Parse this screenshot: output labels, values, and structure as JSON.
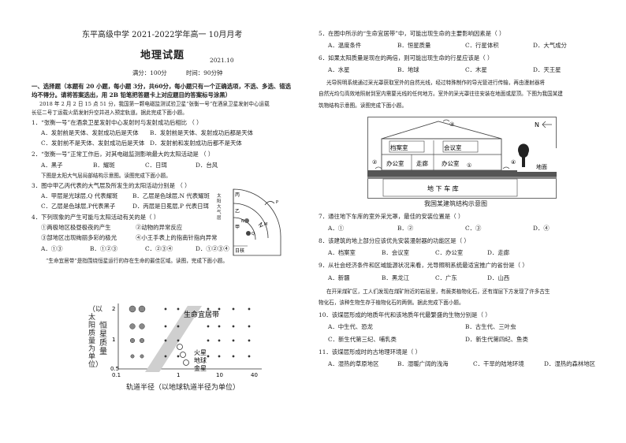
{
  "header": {
    "school": "东平高级中学 2021-2022学年高一 10月月考",
    "title": "地理试题",
    "date": "2021.10",
    "score": "满分：100分",
    "time": "时间：90分钟"
  },
  "left": {
    "section1_a": "一、选择题（本题有 20 小题，每小题 3分，共60分，每小题只有一个正确选项，不选、多选、错选",
    "section1_b": "均不得分。请将答案选出，用 2B 铅笔把答题卡上对应题目的答案标号涂黑）",
    "intro_a": "2018 年 2 月 2 日 15 点 51 分，我国第一颗电磁监测试验卫星“张衡一号”在酒泉卫星发射中心运载",
    "intro_b": "长征二号丁运载火箭发射升空并进入预定轨道。据此完成下面小题。",
    "q1": "1．“张衡一号”在酒泉卫星发射中心发射时与发射成功后相比 （    ）",
    "q1a": "A．发射前是天体、发射成功后是天体",
    "q1b": "B．发射前是天体、发射成功后都是天体",
    "q1c": "C．发射前不是天体、发射成功后是天体",
    "q1d": "D．发射前和发射成功后都不是天体",
    "q2": "2．“张衡一号”正常工作后，对其电磁监测影响最大的太阳活动是 （    ）",
    "q2a": "A．黑子",
    "q2b": "B．耀斑",
    "q2c": "C．日珥",
    "q2d": "D．台风",
    "intro2": "下图是太阳大气层局部结构示意图。读图完成下面小题。",
    "q3": "3．图中甲乙丙代表的大气层及所发生的太阳活动分别是 （    ）",
    "q3a": "A．甲层是光球层,Q 代表耀斑",
    "q3b": "B．乙层是色球层,N 代表耀斑",
    "q3c": "C．乙层是色球层,P代表黑子",
    "q3d": "D．丙层是日冕层,P 代表日珥",
    "q4": "4．下列现象的产生可能与太阳活动有关的是（    ）",
    "q4_1": "①两极地区极昼极夜的产生",
    "q4_2": "②动物的异常反应",
    "q4_3": "③部地区出现绚丽多彩的极光",
    "q4_4": "④小王手表上的指南针指向异常",
    "q4a": "A．①③",
    "q4b": "B．①②③",
    "q4c": "C．②③④",
    "q4d": "D．①②③④",
    "intro3": "“生命宜居带”是指围绕恒星运行的存在生命的最佳区域。读图，完成下面小题。"
  },
  "sun_diagram": {
    "label_bing": "丙",
    "label_yi": "乙",
    "label_jia": "甲",
    "label_sun": "太阳大气层",
    "label_sun_bottom": "日核",
    "label_P": "P",
    "label_N": "N",
    "label_M": "M",
    "label_Q": "Q"
  },
  "habitable_chart": {
    "ylabel": "（以太阳质量为单位）",
    "ylabel2": "恒星质量",
    "xlabel": "轨道半径（以地球轨道半径为单位）",
    "y_ticks": [
      "2",
      "1",
      "0.5"
    ],
    "x_ticks": [
      "0.1",
      "1",
      "10",
      "40"
    ],
    "zone_text": "生命宜居带",
    "planet_mars": "火星",
    "planet_earth": "地球",
    "planet_venus": "金星"
  },
  "right": {
    "q5": "5．在图中所示的“生命宜居带”中，可能出现生命的主要影响因素是（    ）",
    "q5a": "A．温度条件",
    "q5b": "B．恒星质量",
    "q5c": "C．行星体积",
    "q5d": "D．大气成分",
    "q6": "6．如果太阳质量是现在的两倍，则可能出现生命的行星应该是（    ）",
    "q6a": "A．水星",
    "q6b": "B．地球",
    "q6c": "C．木星",
    "q6d": "D．天王星",
    "intro4_a": "光导照明系统通过采光罩获取室外的自然光线，经过特殊制作的导光管进行传输，再由漫射器将",
    "intro4_b": "自然光均匀高效地照射到室内需要光线的任何地方。室外的采光罩往往安装在地面或屋顶。下图为我国某建",
    "intro4_c": "筑物结构示意图。读图完成下面小题。",
    "building_caption": "我国某建筑结构示意图",
    "q7": "7．通往地下车库的室外采光罩，最佳的安装位置是（    ）",
    "q7a": "A．①",
    "q7b": "B．②",
    "q7c": "C．③",
    "q7d": "D．④",
    "q8": "8．该建筑的地上部分应该优先安装漫射器的功能区是（    ）",
    "q8a": "A．档案室",
    "q8b": "B．会议室",
    "q8c": "C．办公室",
    "q8d": "D．走廊",
    "q9": "9．从社会经济条件和区域能源状况来看，光导照明系统最适宜推广的省份是（    ）",
    "q9a": "A．新疆",
    "q9b": "B．黑龙江",
    "q9c": "C．广东",
    "q9d": "D．山西",
    "intro5_a": "在开采煤矿区，工人们发现在煤矿附近的岩层里，有蕨类植物化石，还有煤层下方发现了许多古生",
    "intro5_b": "物化石，该种生物生存于植物化石的两侧。据此完成下面小题。",
    "q10": "10．该煤层形成的地质年代和该地质年代最繁盛的生物分别是（    ）",
    "q10a": "A．中生代、恐龙",
    "q10b": "B．古生代、三叶虫",
    "q10c": "C．新生代第三纪、哺乳类",
    "q10d": "D．新生代第四纪、鱼类",
    "q11": "11．该煤层形成时的古地理环境是（    ）",
    "q11a": "A．湿热的草原地区",
    "q11b": "B．湿暖广阔的浅海",
    "q11c": "C．干旱的陆地环境",
    "q11d": "D．湿热的森林地区"
  },
  "building": {
    "room_archive": "档案室",
    "room_meeting": "会议室",
    "room_office1": "办公室",
    "room_corridor": "走廊",
    "room_office2": "办公室",
    "garage": "地 下 车 库",
    "ground": "地面",
    "n1": "①",
    "n2": "②",
    "n3": "③",
    "n4": "④",
    "north": "N"
  }
}
